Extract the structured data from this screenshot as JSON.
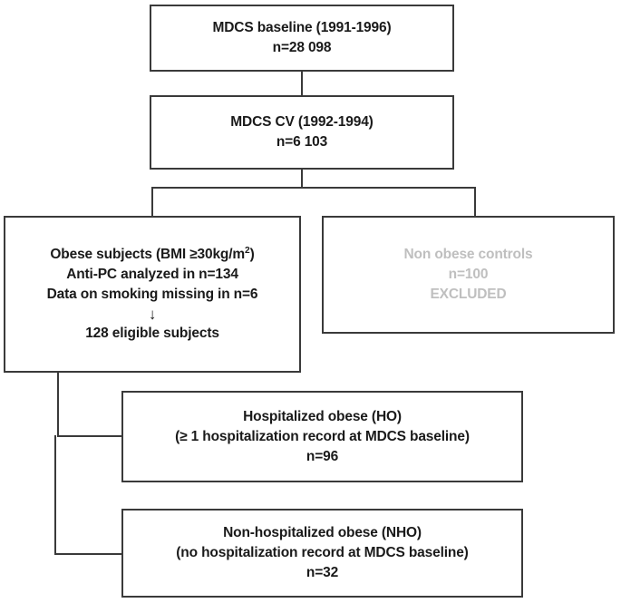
{
  "diagram": {
    "title": "MDCS study participant flow diagram",
    "type": "flowchart",
    "colors": {
      "border": "#3a3a3a",
      "text": "#1a1a1a",
      "excluded_text": "#bfbfbf",
      "background": "#ffffff",
      "connector": "#3a3a3a"
    }
  },
  "nodes": {
    "baseline": {
      "name": "MDCS baseline",
      "line1": "MDCS baseline (1991-1996)",
      "line2": "n=28 098",
      "count": "28 098",
      "period": "1991-1996"
    },
    "mdcs_cv": {
      "name": "MDCS CV",
      "line1": "MDCS CV (1992-1994)",
      "line2": "n=6 103",
      "count": "6 103",
      "period": "1992-1994"
    },
    "obese": {
      "name": "Obese subjects",
      "line1_prefix": "Obese subjects (BMI ≥30kg/m",
      "line1_sup": "2",
      "line1_suffix": ")",
      "line2": "Anti-PC analyzed in n=134",
      "line3": "Data on smoking missing in n=6",
      "arrow": "↓",
      "line4": "128 eligible subjects",
      "analyzed_count": "134",
      "missing_count": "6",
      "eligible_count": "128"
    },
    "nonobese": {
      "name": "Non obese controls",
      "line1": "Non obese controls",
      "line2": "n=100",
      "line3": "EXCLUDED",
      "count": "100",
      "status": "EXCLUDED"
    },
    "hospitalized_obese": {
      "name": "Hospitalized obese",
      "line1": "Hospitalized obese (HO)",
      "line2": "(≥ 1 hospitalization record at MDCS baseline)",
      "line3": "n=96",
      "count": "96",
      "abbreviation": "HO"
    },
    "non_hospitalized_obese": {
      "name": "Non-hospitalized obese",
      "line1": "Non-hospitalized obese (NHO)",
      "line2": "(no hospitalization record at MDCS baseline)",
      "line3": "n=32",
      "count": "32",
      "abbreviation": "NHO"
    }
  },
  "connectors": [
    {
      "name": "baseline-to-mdcs-cv",
      "kind": "vertical"
    },
    {
      "name": "mdcs-cv-split-left-to-obese",
      "kind": "elbow"
    },
    {
      "name": "mdcs-cv-split-right-to-nonobese",
      "kind": "elbow"
    },
    {
      "name": "obese-to-hospitalized-obese",
      "kind": "elbow"
    },
    {
      "name": "obese-to-non-hospitalized-obese",
      "kind": "elbow"
    }
  ]
}
